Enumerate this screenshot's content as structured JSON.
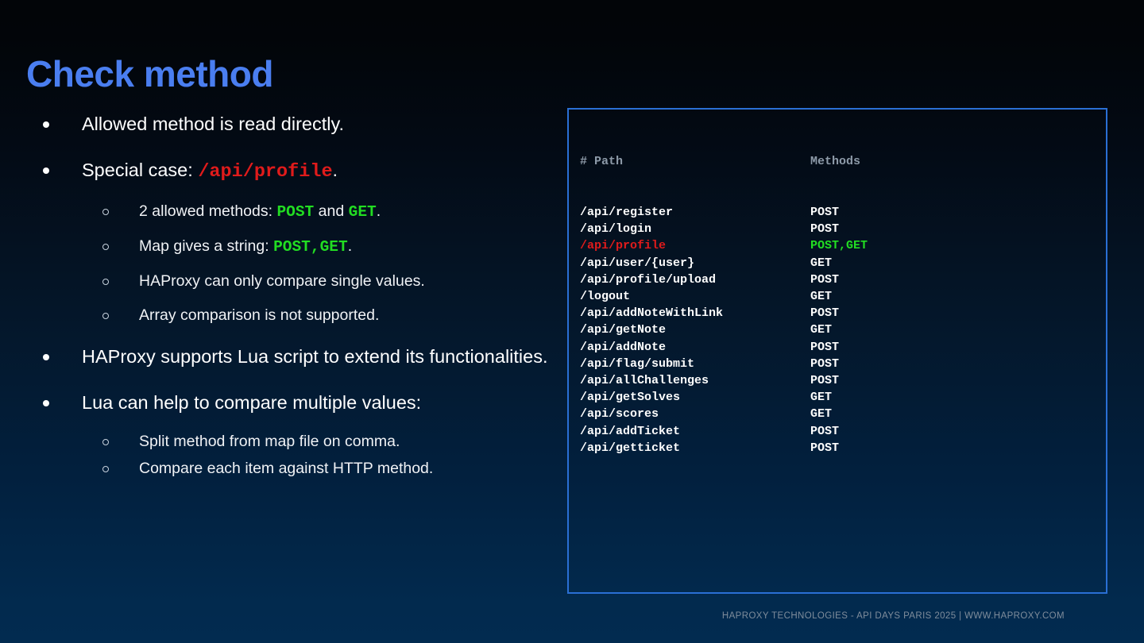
{
  "slide": {
    "title": "Check method",
    "title_color": "#4a7ef0",
    "background_top": "#020508",
    "background_bottom": "#022b50"
  },
  "bullets": [
    {
      "text": "Allowed method is read directly."
    },
    {
      "prefix": "Special case: ",
      "code": "/api/profile",
      "code_color": "#e01b1b",
      "suffix": "."
    }
  ],
  "subbullets_1": [
    {
      "prefix": "2 allowed  methods: ",
      "code1": "POST",
      "middle": " and ",
      "code2": "GET",
      "suffix": "."
    },
    {
      "prefix": "Map gives a string: ",
      "code1": "POST,GET",
      "middle": "",
      "code2": "",
      "suffix": "."
    },
    {
      "prefix": "HAProxy can only compare single values.",
      "code1": "",
      "middle": "",
      "code2": "",
      "suffix": ""
    },
    {
      "prefix": "Array comparison is not supported.",
      "code1": "",
      "middle": "",
      "code2": "",
      "suffix": ""
    }
  ],
  "bullets_2": [
    {
      "text": "HAProxy supports Lua script to extend its functionalities."
    },
    {
      "text": "Lua can help to compare multiple values:"
    }
  ],
  "subbullets_2": [
    {
      "text": "Split method from map file on comma."
    },
    {
      "text": "Compare each item against HTTP method."
    }
  ],
  "code_panel": {
    "border_color": "#2a6fd4",
    "header": {
      "path": "# Path",
      "methods": "Methods"
    },
    "highlight_path_color": "#e01b1b",
    "highlight_method_color": "#22dd22",
    "rows": [
      {
        "path": "/api/register",
        "methods": "POST",
        "highlight": false
      },
      {
        "path": "/api/login",
        "methods": "POST",
        "highlight": false
      },
      {
        "path": "/api/profile",
        "methods": "POST,GET",
        "highlight": true
      },
      {
        "path": "/api/user/{user}",
        "methods": "GET",
        "highlight": false
      },
      {
        "path": "/api/profile/upload",
        "methods": "POST",
        "highlight": false
      },
      {
        "path": "/logout",
        "methods": "GET",
        "highlight": false
      },
      {
        "path": "/api/addNoteWithLink",
        "methods": "POST",
        "highlight": false
      },
      {
        "path": "/api/getNote",
        "methods": "GET",
        "highlight": false
      },
      {
        "path": "/api/addNote",
        "methods": "POST",
        "highlight": false
      },
      {
        "path": "/api/flag/submit",
        "methods": "POST",
        "highlight": false
      },
      {
        "path": "/api/allChallenges",
        "methods": "POST",
        "highlight": false
      },
      {
        "path": "/api/getSolves",
        "methods": "GET",
        "highlight": false
      },
      {
        "path": "/api/scores",
        "methods": "GET",
        "highlight": false
      },
      {
        "path": "/api/addTicket",
        "methods": "POST",
        "highlight": false
      },
      {
        "path": "/api/getticket",
        "methods": "POST",
        "highlight": false
      }
    ]
  },
  "footer": {
    "text": "HAPROXY TECHNOLOGIES - API DAYS PARIS 2025  |  WWW.HAPROXY.COM"
  }
}
